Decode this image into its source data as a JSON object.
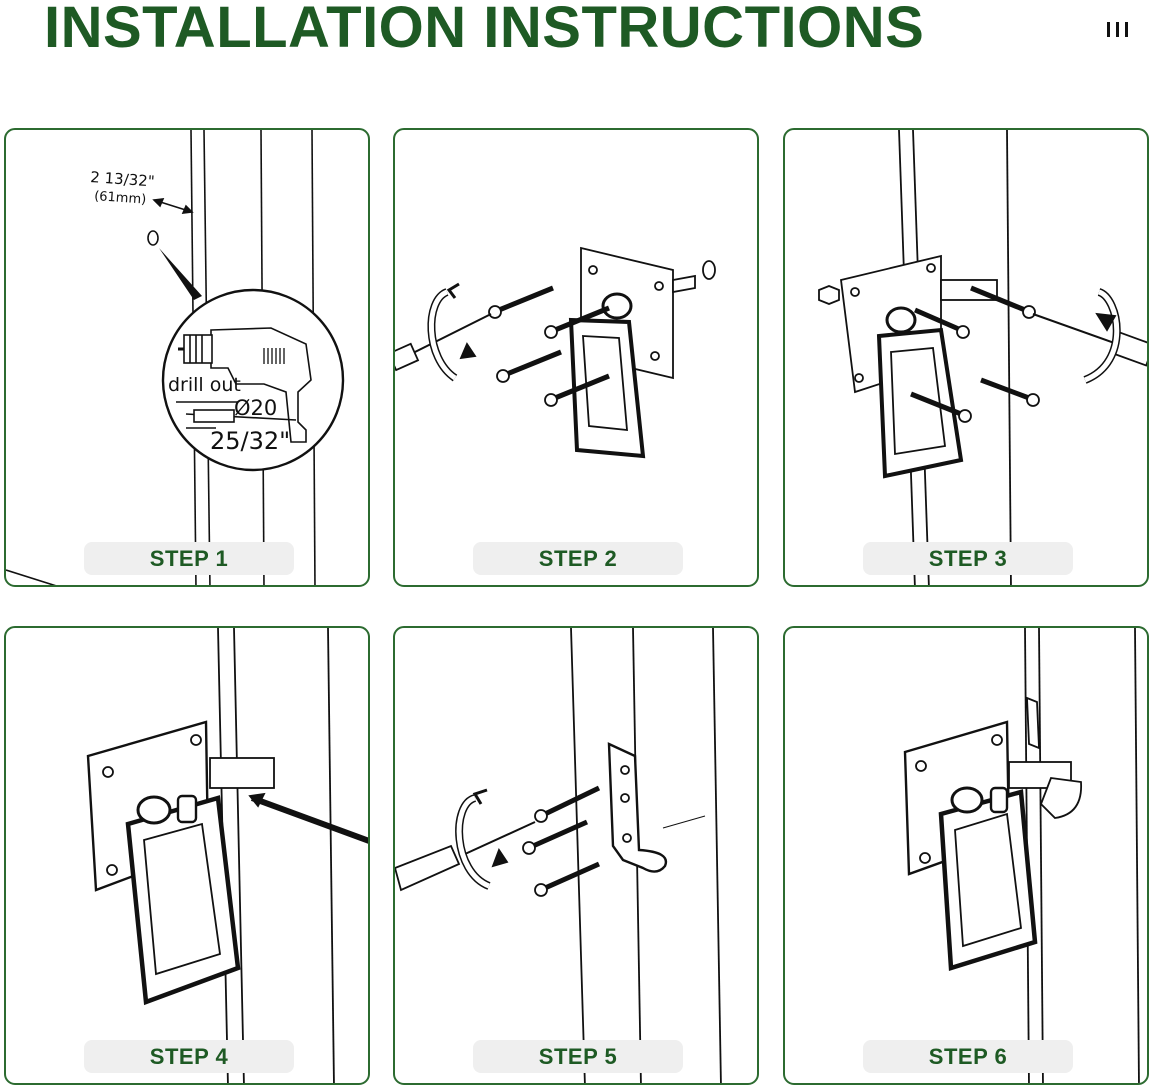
{
  "page": {
    "title": "INSTALLATION INSTRUCTIONS"
  },
  "colors": {
    "brand_green": "#1e5a24",
    "panel_border": "#2c6b30",
    "label_bg": "#efefef",
    "line": "#111111"
  },
  "steps": [
    {
      "label": "STEP 1",
      "annotations": {
        "distance": "2 13/32\"",
        "distance_mm": "(61mm)",
        "drill_text": "drill out",
        "diameter": "Ø20",
        "depth": "25/32\""
      }
    },
    {
      "label": "STEP 2"
    },
    {
      "label": "STEP 3"
    },
    {
      "label": "STEP 4"
    },
    {
      "label": "STEP 5"
    },
    {
      "label": "STEP 6"
    }
  ]
}
